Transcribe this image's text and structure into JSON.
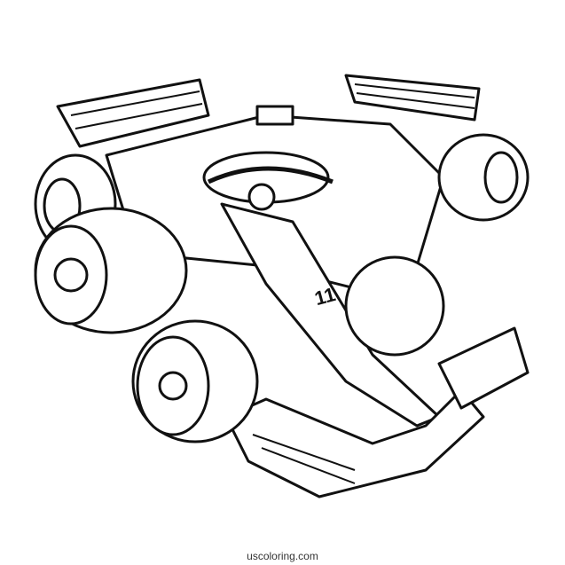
{
  "image": {
    "subject": "Black and white line-art coloring page of a Formula 1 race car",
    "car_number": "11",
    "watermark": "uscoloring.com",
    "colors": {
      "background": "#ffffff",
      "ink": "#111111"
    }
  }
}
